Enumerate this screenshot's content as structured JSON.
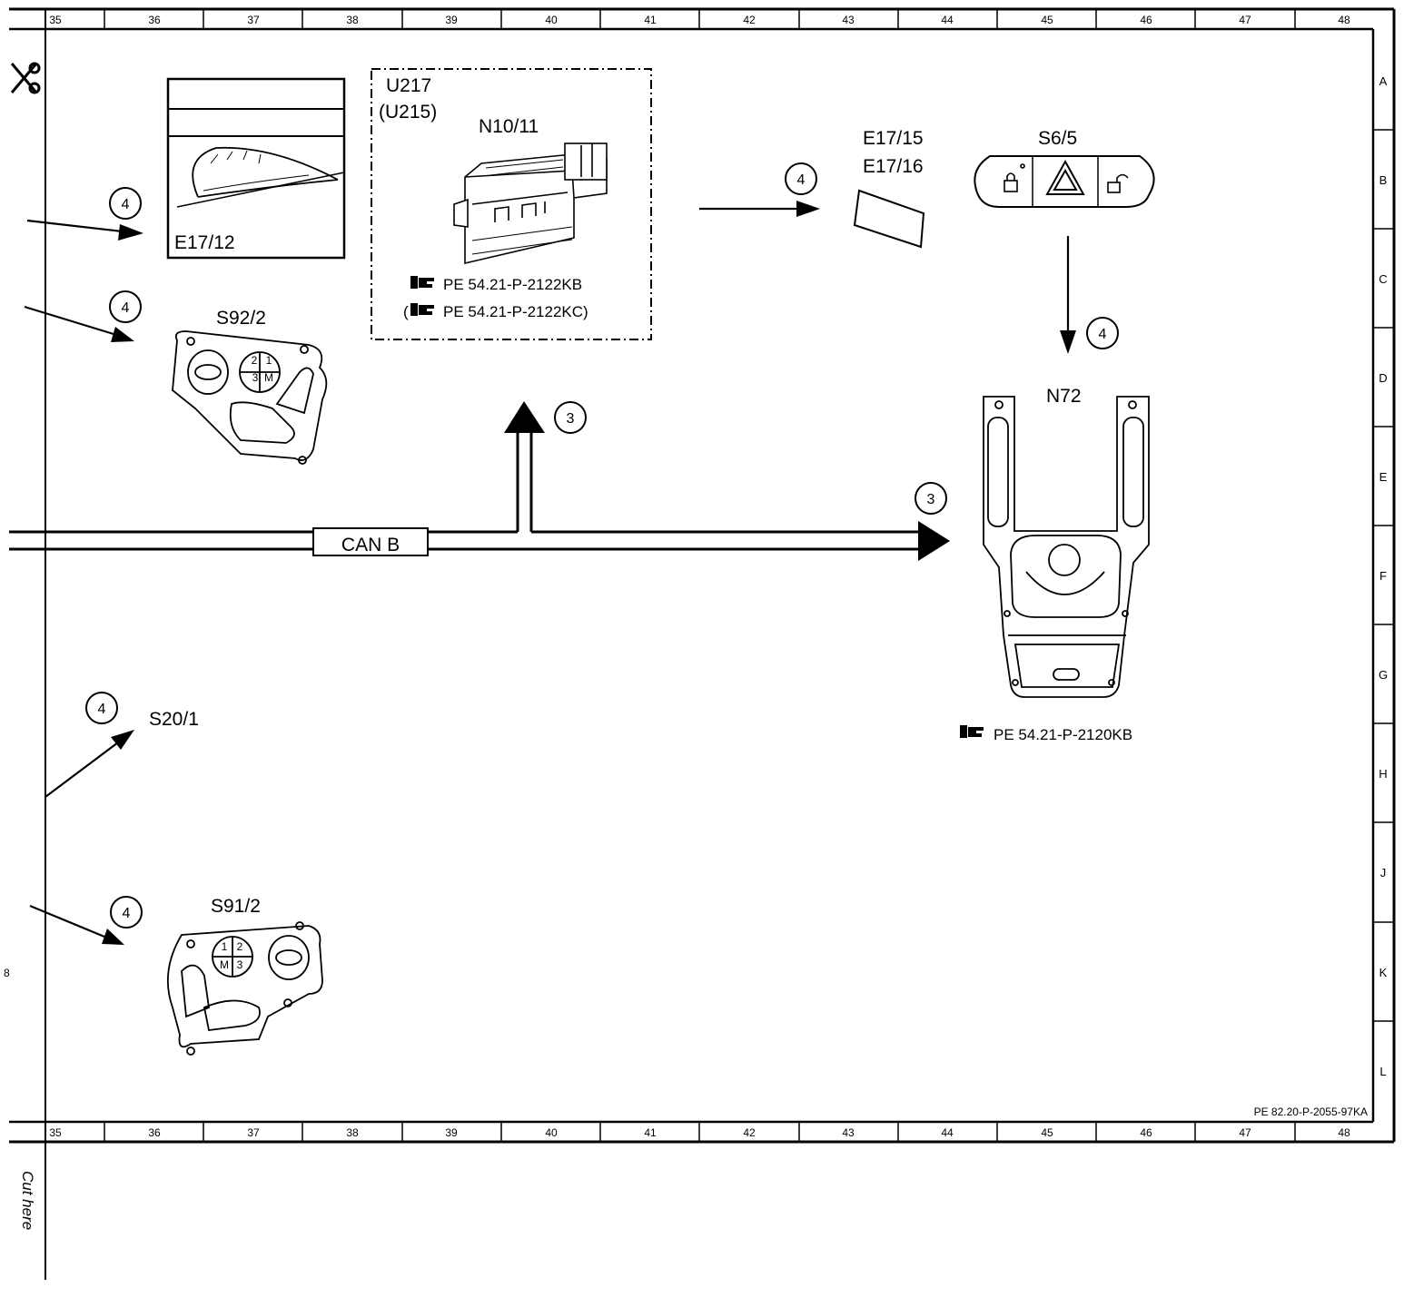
{
  "grid": {
    "columns": [
      "35",
      "36",
      "37",
      "38",
      "39",
      "40",
      "41",
      "42",
      "43",
      "44",
      "45",
      "46",
      "47",
      "48"
    ],
    "rows": [
      "A",
      "B",
      "C",
      "D",
      "E",
      "F",
      "G",
      "H",
      "J",
      "K",
      "L"
    ],
    "margin_mark": "8"
  },
  "components": {
    "e17_12": "E17/12",
    "u217": "U217",
    "u215": "(U215)",
    "n10_11": "N10/11",
    "e17_15": "E17/15",
    "e17_16": "E17/16",
    "s6_5": "S6/5",
    "s92_2": "S92/2",
    "n72": "N72",
    "s20_1": "S20/1",
    "s91_2": "S91/2"
  },
  "refs": {
    "n10_ref1": "PE 54.21-P-2122KB",
    "n10_ref2_open": "(",
    "n10_ref2": "PE 54.21-P-2122KC)",
    "n72_ref": "PE 54.21-P-2120KB"
  },
  "bus": {
    "label": "CAN B"
  },
  "markers": {
    "four": "4",
    "three": "3"
  },
  "footer": {
    "doc_id": "PE 82.20-P-2055-97KA",
    "cut_here": "Cut here"
  },
  "icons": [
    "scissors-icon",
    "reference-hand-icon",
    "lock-icon",
    "unlock-icon",
    "hazard-triangle-icon"
  ]
}
